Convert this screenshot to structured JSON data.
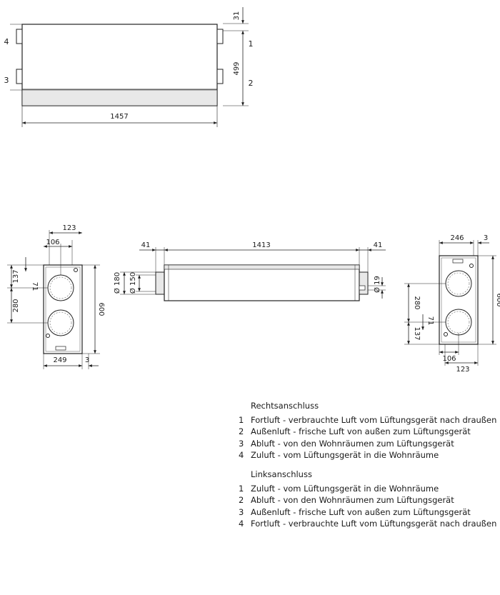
{
  "top_view": {
    "dims": {
      "top_gap": "31",
      "height": "499",
      "width": "1457"
    },
    "ports": {
      "right_top": "1",
      "right_bottom": "2",
      "left_bottom": "3",
      "left_top": "4"
    }
  },
  "left_end_view": {
    "dims": {
      "top_width": "123",
      "inner_width": "106",
      "dim_137": "137",
      "dim_71": "71",
      "dim_280": "280",
      "height": "600",
      "bottom_width": "249",
      "bottom_offset": "3"
    }
  },
  "side_view": {
    "dims": {
      "left_stub": "41",
      "body_length": "1413",
      "right_stub": "41",
      "outer_dia": "Ø 180",
      "inner_dia": "Ø 150",
      "drain_dia": "Ø 19"
    }
  },
  "right_end_view": {
    "dims": {
      "top_width": "246",
      "top_offset": "3",
      "height": "600",
      "dim_280": "280",
      "dim_71": "71",
      "dim_137": "137",
      "inner_width": "106",
      "bottom_width": "123"
    }
  },
  "legend_right": {
    "title": "Rechtsanschluss",
    "items": [
      {
        "no": "1",
        "text": "Fortluft - verbrauchte Luft vom Lüftungsgerät nach draußen"
      },
      {
        "no": "2",
        "text": "Außenluft - frische Luft von außen zum Lüftungsgerät"
      },
      {
        "no": "3",
        "text": "Abluft - von den Wohnräumen zum Lüftungsgerät"
      },
      {
        "no": "4",
        "text": "Zuluft - vom Lüftungsgerät in die Wohnräume"
      }
    ]
  },
  "legend_left": {
    "title": "Linksanschluss",
    "items": [
      {
        "no": "1",
        "text": "Zuluft - vom Lüftungsgerät in die Wohnräume"
      },
      {
        "no": "2",
        "text": "Abluft - von den Wohnräumen zum Lüftungsgerät"
      },
      {
        "no": "3",
        "text": "Außenluft - frische Luft von außen zum Lüftungsgerät"
      },
      {
        "no": "4",
        "text": "Fortluft - verbrauchte Luft vom Lüftungsgerät nach draußen"
      }
    ]
  }
}
